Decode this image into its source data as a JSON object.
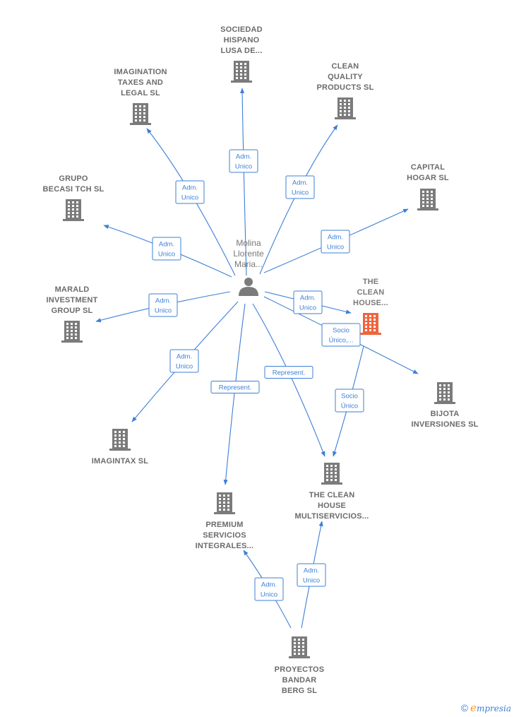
{
  "center": {
    "id": "person",
    "lines": [
      "Molina",
      "Llorente",
      "Maria..."
    ],
    "icon": "person-icon"
  },
  "nodes": [
    {
      "id": "sociedad",
      "lines": [
        "SOCIEDAD",
        "HISPANO",
        "LUSA DE..."
      ],
      "focus": false
    },
    {
      "id": "imagination",
      "lines": [
        "IMAGINATION",
        "TAXES AND",
        "LEGAL  SL"
      ],
      "focus": false
    },
    {
      "id": "cleanquality",
      "lines": [
        "CLEAN",
        "QUALITY",
        "PRODUCTS SL"
      ],
      "focus": false
    },
    {
      "id": "grupo",
      "lines": [
        "GRUPO",
        "BECASI TCH SL"
      ],
      "focus": false
    },
    {
      "id": "capital",
      "lines": [
        "CAPITAL",
        "HOGAR SL"
      ],
      "focus": false
    },
    {
      "id": "marald",
      "lines": [
        "MARALD",
        "INVESTMENT",
        "GROUP  SL"
      ],
      "focus": false
    },
    {
      "id": "thecleanhouse",
      "lines": [
        "THE",
        "CLEAN",
        "HOUSE..."
      ],
      "focus": true
    },
    {
      "id": "bijota",
      "lines": [
        "BIJOTA",
        "INVERSIONES SL"
      ],
      "focus": false
    },
    {
      "id": "imagintax",
      "lines": [
        "IMAGINTAX  SL"
      ],
      "focus": false
    },
    {
      "id": "multiservicios",
      "lines": [
        "THE CLEAN",
        "HOUSE",
        "MULTISERVICIOS..."
      ],
      "focus": false
    },
    {
      "id": "premium",
      "lines": [
        "PREMIUM",
        "SERVICIOS",
        "INTEGRALES..."
      ],
      "focus": false
    },
    {
      "id": "proyectos",
      "lines": [
        "PROYECTOS",
        "BANDAR",
        "BERG  SL"
      ],
      "focus": false
    }
  ],
  "edges": [
    {
      "from": "person",
      "to": "sociedad",
      "label": [
        "Adm.",
        "Unico"
      ]
    },
    {
      "from": "person",
      "to": "imagination",
      "label": [
        "Adm.",
        "Unico"
      ]
    },
    {
      "from": "person",
      "to": "cleanquality",
      "label": [
        "Adm.",
        "Unico"
      ]
    },
    {
      "from": "person",
      "to": "grupo",
      "label": [
        "Adm.",
        "Unico"
      ]
    },
    {
      "from": "person",
      "to": "capital",
      "label": [
        "Adm.",
        "Unico"
      ]
    },
    {
      "from": "person",
      "to": "marald",
      "label": [
        "Adm.",
        "Unico"
      ]
    },
    {
      "from": "person",
      "to": "thecleanhouse",
      "label": [
        "Adm.",
        "Unico"
      ]
    },
    {
      "from": "person",
      "to": "bijota",
      "label": [
        "Socio",
        "Único,..."
      ]
    },
    {
      "from": "person",
      "to": "imagintax",
      "label": [
        "Adm.",
        "Unico"
      ]
    },
    {
      "from": "person",
      "to": "premium",
      "label": [
        "Represent."
      ]
    },
    {
      "from": "person",
      "to": "multiservicios",
      "label": [
        "Represent."
      ]
    },
    {
      "from": "thecleanhouse",
      "to": "multiservicios",
      "label": [
        "Socio",
        "Único"
      ]
    },
    {
      "from": "proyectos",
      "to": "premium",
      "label": [
        "Adm.",
        "Unico"
      ]
    },
    {
      "from": "proyectos",
      "to": "multiservicios",
      "label": [
        "Adm.",
        "Unico"
      ]
    }
  ],
  "footer": {
    "copyright": "©",
    "brand_first": "e",
    "brand_rest": "mpresia"
  }
}
